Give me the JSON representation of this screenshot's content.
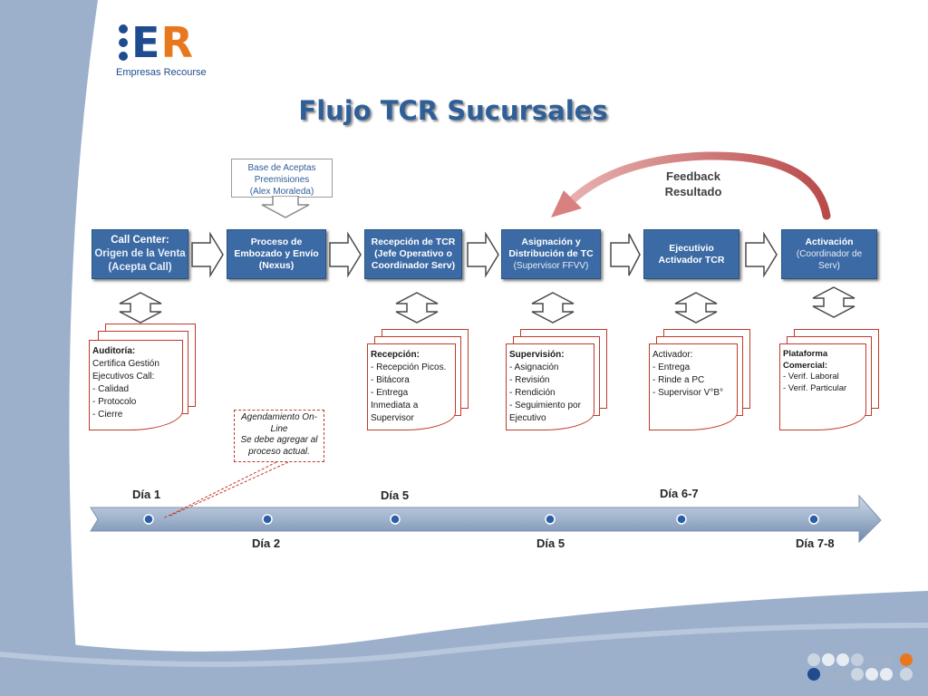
{
  "logo": {
    "letters_blue": "E",
    "letters_orange": "R",
    "subtitle": "Empresas Recourse"
  },
  "title": "Flujo TCR Sucursales",
  "callout": {
    "line1": "Base de Aceptas",
    "line2": "Preemisiones",
    "line3": "(Alex Moraleda)"
  },
  "feedback": {
    "line1": "Feedback",
    "line2": "Resultado"
  },
  "process": [
    {
      "line1": "Call Center:",
      "line2": "Origen de la Venta",
      "line3": "(Acepta Call)"
    },
    {
      "line1": "Proceso de",
      "line2": "Embozado y Envío",
      "line3": "(Nexus)"
    },
    {
      "line1": "Recepción de TCR",
      "line2": "(Jefe Operativo o",
      "line3": "Coordinador Serv)"
    },
    {
      "line1": "Asignación y",
      "line2": "Distribución de TC",
      "line3": "(Supervisor FFVV)"
    },
    {
      "line1": "Ejecutivio",
      "line2": "Activador TCR",
      "line3": ""
    },
    {
      "line1": "Activación",
      "line2": "(Coordinador de",
      "line3": "Serv)"
    }
  ],
  "docs": [
    {
      "title": "Auditoría:",
      "lines": [
        "Certifica Gestión",
        "Ejecutivos Call:",
        "- Calidad",
        "- Protocolo",
        "- Cierre"
      ]
    },
    {
      "title": "Recepción:",
      "lines": [
        "- Recepción Picos.",
        "- Bitácora",
        "- Entrega",
        "Inmediata a",
        "Supervisor"
      ]
    },
    {
      "title": "Supervisión:",
      "lines": [
        "- Asignación",
        "- Revisión",
        "- Rendición",
        "- Seguimiento por",
        "Ejecutivo"
      ]
    },
    {
      "title": "Activador:",
      "lines": [
        "- Entrega",
        "- Rinde a PC",
        "- Supervisor V°B°"
      ]
    },
    {
      "title": "Plataforma",
      "title2": "Comercial:",
      "lines": [
        "- Verif. Laboral",
        "- Verif. Particular"
      ]
    }
  ],
  "note": {
    "line1": "Agendamiento On-",
    "line2": "Line",
    "line3": "Se debe agregar al",
    "line4": "proceso actual."
  },
  "timeline": {
    "top_labels": [
      "Día 1",
      "Día 5",
      "Día 6-7"
    ],
    "bottom_labels": [
      "Día 2",
      "Día 5",
      "Día 7-8"
    ]
  },
  "colors": {
    "brand_blue": "#1e4c8f",
    "brand_orange": "#e8781e",
    "process_box": "#3b6aa4",
    "doc_border": "#c0392b"
  }
}
